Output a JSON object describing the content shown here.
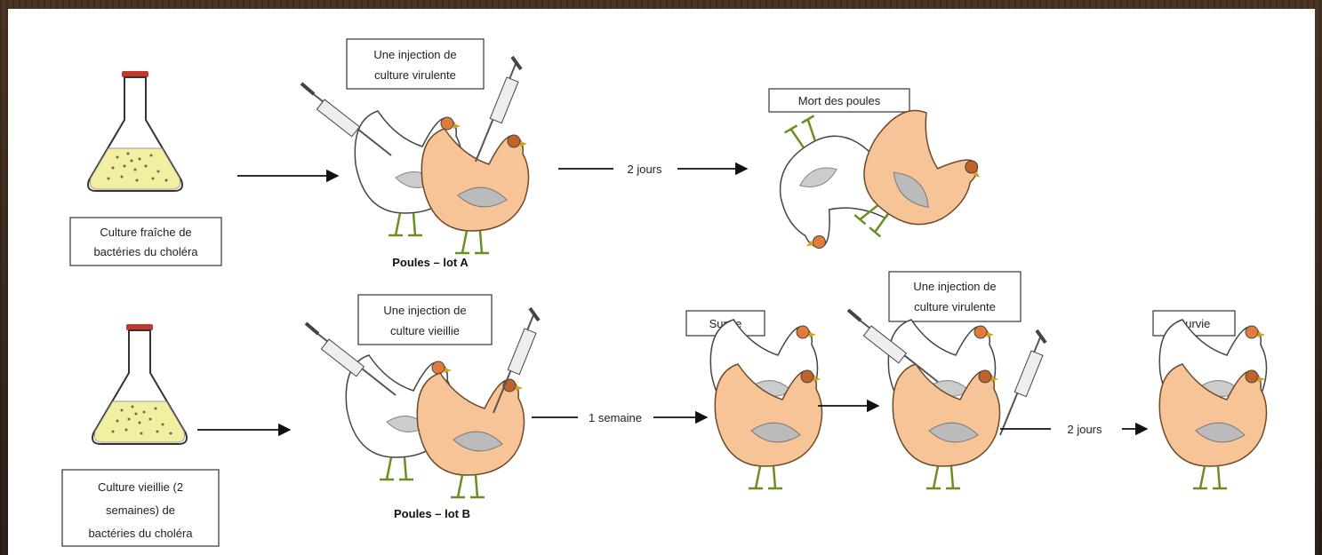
{
  "flasks": {
    "fresh_label": [
      "Culture fraîche de",
      "bactéries du choléra"
    ],
    "old_label": [
      "Culture vieillie (2",
      "semaines) de",
      "bactéries du choléra"
    ]
  },
  "lot_a": {
    "injection_label": [
      "Une injection de",
      "culture virulente"
    ],
    "caption": "Poules – lot A",
    "delay": "2 jours",
    "result": "Mort des poules"
  },
  "lot_b": {
    "injection_label": [
      "Une injection de",
      "culture vieillie"
    ],
    "caption": "Poules – lot B",
    "delay": "1 semaine",
    "survival_1": "Survie",
    "second_injection_label": [
      "Une injection de",
      "culture virulente"
    ],
    "delay_2": "2 jours",
    "survival_2": "Survie"
  },
  "colors": {
    "white_hen": "#ffffff",
    "orange_hen": "#f6c497",
    "culture_liquid": "#f2f0a0",
    "flask_cap": "#c0392b"
  }
}
